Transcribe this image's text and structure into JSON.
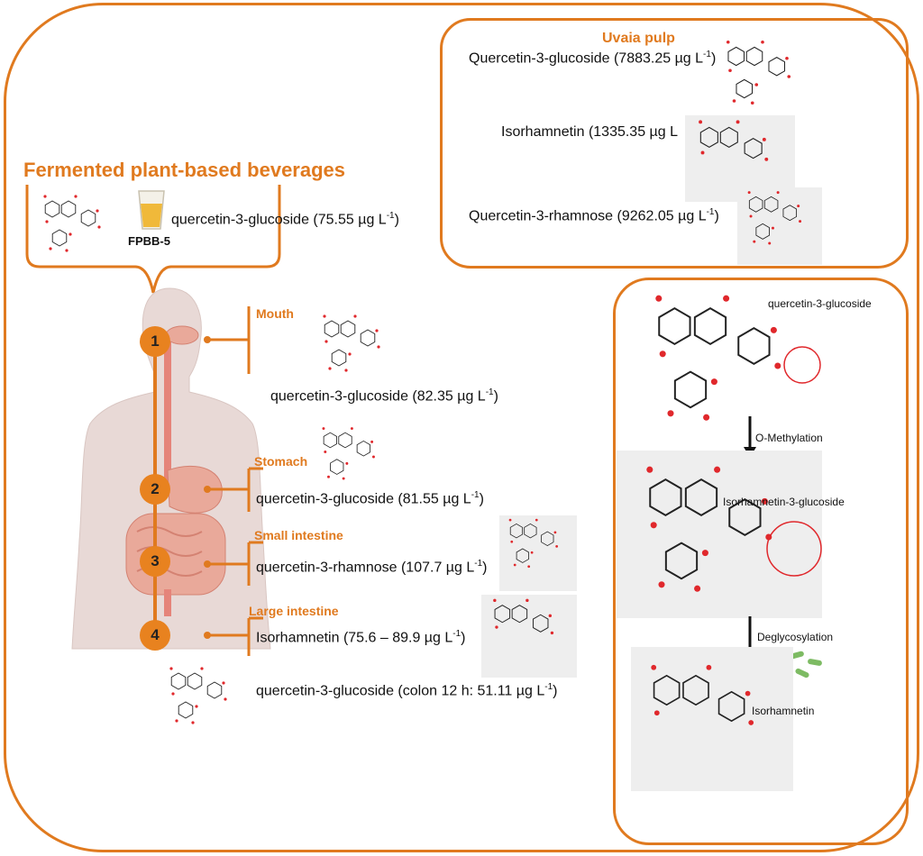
{
  "colors": {
    "accent": "#e07a1f",
    "body": "#e8d9d6",
    "organ": "#e9a99a",
    "bacteria": "#7dbb63"
  },
  "beverages": {
    "title": "Fermented plant-based beverages",
    "cup_label": "FPBB-5",
    "compound": "quercetin-3-glucoside (75.55 µg L",
    "unit_exp": "-1",
    "close": ")"
  },
  "uvaia": {
    "title": "Uvaia pulp",
    "items": [
      {
        "text": "Quercetin-3-glucoside (7883.25 µg L",
        "exp": "-1",
        "close": ")"
      },
      {
        "text": "Isorhamnetin (1335.35 µg L",
        "exp": "",
        "close": ""
      },
      {
        "text": "Quercetin-3-rhamnose (9262.05 µg L",
        "exp": "-1",
        "close": ")"
      }
    ]
  },
  "digestion": [
    {
      "step": "1",
      "site": "Mouth",
      "text": "quercetin-3-glucoside (82.35 µg L",
      "exp": "-1",
      "close": ")"
    },
    {
      "step": "2",
      "site": "Stomach",
      "text": "quercetin-3-glucoside (81.55 µg L",
      "exp": "-1",
      "close": ")"
    },
    {
      "step": "3",
      "site": "Small intestine",
      "text": "quercetin-3-rhamnose (107.7 µg L",
      "exp": "-1",
      "close": ")"
    },
    {
      "step": "4",
      "site": "Large intestine",
      "text": "Isorhamnetin (75.6 – 89.9 µg L",
      "exp": "-1",
      "close": ")"
    }
  ],
  "colon": {
    "text": "quercetin-3-glucoside (colon 12 h: 51.11 µg L",
    "exp": "-1",
    "close": ")"
  },
  "pathway": {
    "compound_1": "quercetin-3-glucoside",
    "step_1": "O-Methylation",
    "compound_2": "Isorhamnetin-3-glucoside",
    "step_2": "Deglycosylation",
    "compound_3": "Isorhamnetin"
  }
}
